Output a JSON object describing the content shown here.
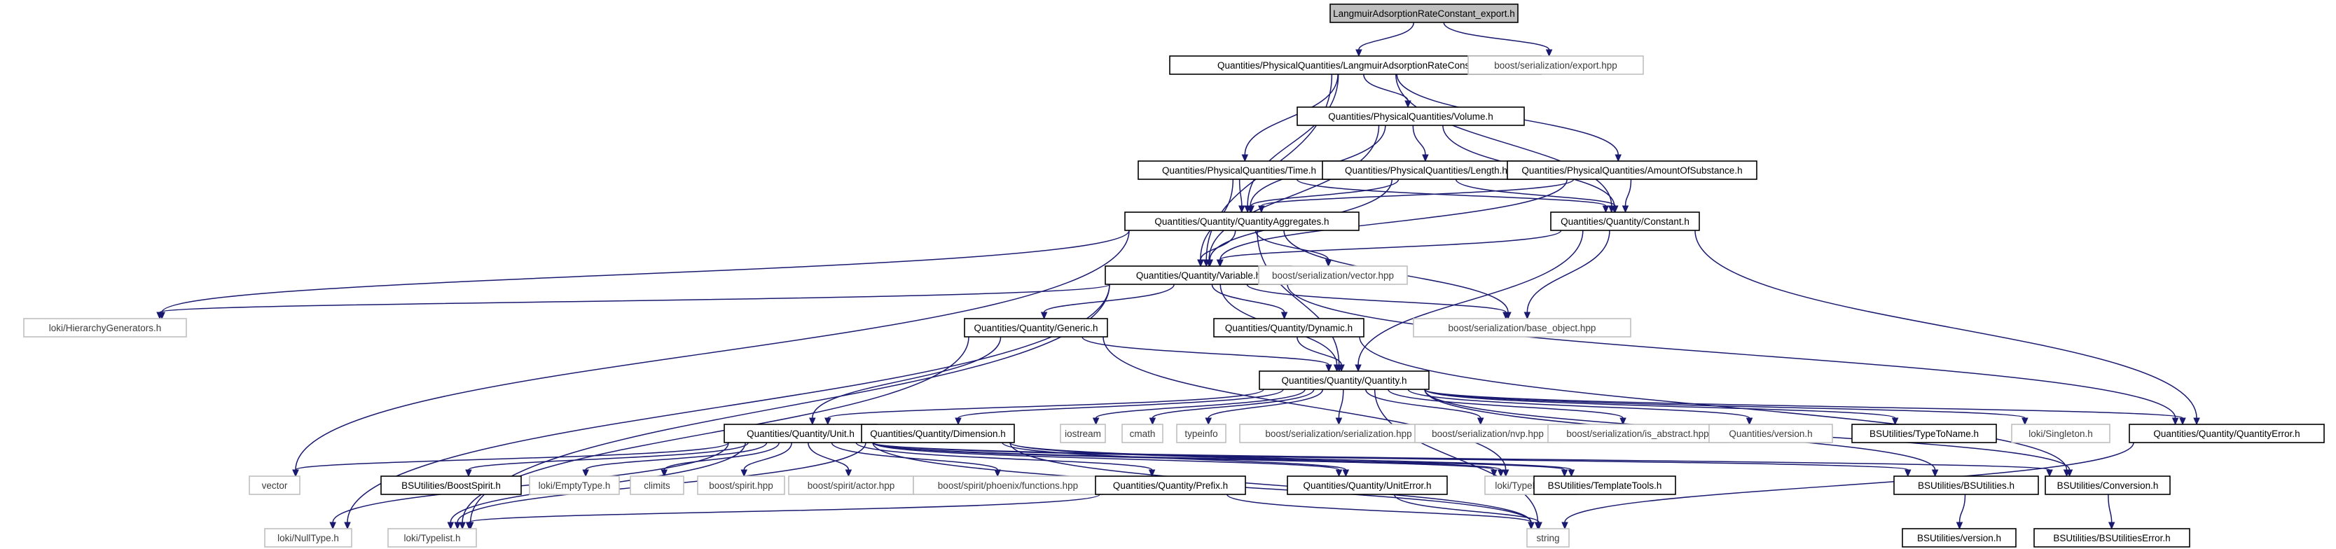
{
  "graph": {
    "title": "LangmuirAdsorptionRateConstant_export.h",
    "edge_color": "#191970",
    "nodes": [
      {
        "id": "n0",
        "label": "LangmuirAdsorptionRateConstant_export.h",
        "kind": "root"
      },
      {
        "id": "n1",
        "label": "Quantities/PhysicalQuantities/LangmuirAdsorptionRateConstant.h",
        "kind": "file"
      },
      {
        "id": "n2",
        "label": "boost/serialization/export.hpp",
        "kind": "external"
      },
      {
        "id": "n3",
        "label": "Quantities/PhysicalQuantities/Volume.h",
        "kind": "file"
      },
      {
        "id": "n4",
        "label": "Quantities/PhysicalQuantities/Time.h",
        "kind": "file"
      },
      {
        "id": "n5",
        "label": "Quantities/PhysicalQuantities/Length.h",
        "kind": "file"
      },
      {
        "id": "n6",
        "label": "Quantities/PhysicalQuantities/AmountOfSubstance.h",
        "kind": "file"
      },
      {
        "id": "n7",
        "label": "Quantities/Quantity/QuantityAggregates.h",
        "kind": "file"
      },
      {
        "id": "n8",
        "label": "Quantities/Quantity/Constant.h",
        "kind": "file"
      },
      {
        "id": "n9",
        "label": "Quantities/Quantity/Variable.h",
        "kind": "file"
      },
      {
        "id": "n10",
        "label": "boost/serialization/vector.hpp",
        "kind": "external"
      },
      {
        "id": "n11",
        "label": "loki/HierarchyGenerators.h",
        "kind": "external"
      },
      {
        "id": "n12",
        "label": "boost/serialization/base_object.hpp",
        "kind": "external"
      },
      {
        "id": "n13",
        "label": "Quantities/Quantity/Generic.h",
        "kind": "file"
      },
      {
        "id": "n14",
        "label": "Quantities/Quantity/Dynamic.h",
        "kind": "file"
      },
      {
        "id": "n15",
        "label": "Quantities/Quantity/Quantity.h",
        "kind": "file"
      },
      {
        "id": "n16",
        "label": "Quantities/Quantity/Unit.h",
        "kind": "file"
      },
      {
        "id": "n17",
        "label": "Quantities/Quantity/Dimension.h",
        "kind": "file"
      },
      {
        "id": "n18",
        "label": "iostream",
        "kind": "external"
      },
      {
        "id": "n19",
        "label": "cmath",
        "kind": "external"
      },
      {
        "id": "n20",
        "label": "typeinfo",
        "kind": "external"
      },
      {
        "id": "n21",
        "label": "boost/serialization/serialization.hpp",
        "kind": "external"
      },
      {
        "id": "n22",
        "label": "boost/serialization/nvp.hpp",
        "kind": "external"
      },
      {
        "id": "n23",
        "label": "boost/serialization/is_abstract.hpp",
        "kind": "external"
      },
      {
        "id": "n24",
        "label": "Quantities/version.h",
        "kind": "external"
      },
      {
        "id": "n25",
        "label": "BSUtilities/TypeToName.h",
        "kind": "file"
      },
      {
        "id": "n26",
        "label": "loki/Singleton.h",
        "kind": "external"
      },
      {
        "id": "n27",
        "label": "Quantities/Quantity/QuantityError.h",
        "kind": "file"
      },
      {
        "id": "n28",
        "label": "vector",
        "kind": "external"
      },
      {
        "id": "n29",
        "label": "BSUtilities/BoostSpirit.h",
        "kind": "file"
      },
      {
        "id": "n30",
        "label": "loki/EmptyType.h",
        "kind": "external"
      },
      {
        "id": "n31",
        "label": "climits",
        "kind": "external"
      },
      {
        "id": "n32",
        "label": "boost/spirit.hpp",
        "kind": "external"
      },
      {
        "id": "n33",
        "label": "boost/spirit/actor.hpp",
        "kind": "external"
      },
      {
        "id": "n34",
        "label": "boost/spirit/phoenix/functions.hpp",
        "kind": "external"
      },
      {
        "id": "n35",
        "label": "Quantities/Quantity/Prefix.h",
        "kind": "file"
      },
      {
        "id": "n36",
        "label": "Quantities/Quantity/UnitError.h",
        "kind": "file"
      },
      {
        "id": "n37",
        "label": "loki/TypeManip.h",
        "kind": "external"
      },
      {
        "id": "n38",
        "label": "BSUtilities/TemplateTools.h",
        "kind": "file"
      },
      {
        "id": "n39",
        "label": "BSUtilities/BSUtilities.h",
        "kind": "file"
      },
      {
        "id": "n40",
        "label": "BSUtilities/Conversion.h",
        "kind": "file"
      },
      {
        "id": "n41",
        "label": "loki/NullType.h",
        "kind": "external"
      },
      {
        "id": "n42",
        "label": "loki/Typelist.h",
        "kind": "external"
      },
      {
        "id": "n43",
        "label": "string",
        "kind": "external"
      },
      {
        "id": "n44",
        "label": "BSUtilities/version.h",
        "kind": "file"
      },
      {
        "id": "n45",
        "label": "BSUtilities/BSUtilitiesError.h",
        "kind": "file"
      }
    ],
    "edges": [
      [
        "n0",
        "n1"
      ],
      [
        "n0",
        "n2"
      ],
      [
        "n1",
        "n3"
      ],
      [
        "n1",
        "n4"
      ],
      [
        "n1",
        "n6"
      ],
      [
        "n1",
        "n7"
      ],
      [
        "n1",
        "n8"
      ],
      [
        "n1",
        "n9"
      ],
      [
        "n3",
        "n5"
      ],
      [
        "n3",
        "n7"
      ],
      [
        "n3",
        "n8"
      ],
      [
        "n3",
        "n9"
      ],
      [
        "n4",
        "n7"
      ],
      [
        "n4",
        "n8"
      ],
      [
        "n4",
        "n9"
      ],
      [
        "n5",
        "n7"
      ],
      [
        "n5",
        "n8"
      ],
      [
        "n5",
        "n9"
      ],
      [
        "n6",
        "n7"
      ],
      [
        "n6",
        "n8"
      ],
      [
        "n6",
        "n9"
      ],
      [
        "n7",
        "n9"
      ],
      [
        "n7",
        "n10"
      ],
      [
        "n7",
        "n11"
      ],
      [
        "n7",
        "n12"
      ],
      [
        "n7",
        "n15"
      ],
      [
        "n7",
        "n28"
      ],
      [
        "n8",
        "n9"
      ],
      [
        "n8",
        "n12"
      ],
      [
        "n8",
        "n15"
      ],
      [
        "n8",
        "n27"
      ],
      [
        "n9",
        "n11"
      ],
      [
        "n9",
        "n12"
      ],
      [
        "n9",
        "n13"
      ],
      [
        "n9",
        "n14"
      ],
      [
        "n9",
        "n15"
      ],
      [
        "n9",
        "n27"
      ],
      [
        "n9",
        "n41"
      ],
      [
        "n9",
        "n42"
      ],
      [
        "n13",
        "n15"
      ],
      [
        "n13",
        "n16"
      ],
      [
        "n13",
        "n42"
      ],
      [
        "n13",
        "n37"
      ],
      [
        "n14",
        "n15"
      ],
      [
        "n14",
        "n40"
      ],
      [
        "n15",
        "n16"
      ],
      [
        "n15",
        "n17"
      ],
      [
        "n15",
        "n18"
      ],
      [
        "n15",
        "n19"
      ],
      [
        "n15",
        "n20"
      ],
      [
        "n15",
        "n21"
      ],
      [
        "n15",
        "n22"
      ],
      [
        "n15",
        "n23"
      ],
      [
        "n15",
        "n24"
      ],
      [
        "n15",
        "n25"
      ],
      [
        "n15",
        "n26"
      ],
      [
        "n15",
        "n27"
      ],
      [
        "n15",
        "n39"
      ],
      [
        "n15",
        "n40"
      ],
      [
        "n15",
        "n43"
      ],
      [
        "n16",
        "n28"
      ],
      [
        "n16",
        "n29"
      ],
      [
        "n16",
        "n30"
      ],
      [
        "n16",
        "n31"
      ],
      [
        "n16",
        "n32"
      ],
      [
        "n16",
        "n33"
      ],
      [
        "n16",
        "n34"
      ],
      [
        "n16",
        "n35"
      ],
      [
        "n16",
        "n36"
      ],
      [
        "n16",
        "n37"
      ],
      [
        "n16",
        "n38"
      ],
      [
        "n16",
        "n39"
      ],
      [
        "n16",
        "n40"
      ],
      [
        "n16",
        "n41"
      ],
      [
        "n16",
        "n42"
      ],
      [
        "n16",
        "n43"
      ],
      [
        "n17",
        "n36"
      ],
      [
        "n17",
        "n37"
      ],
      [
        "n17",
        "n38"
      ],
      [
        "n17",
        "n42"
      ],
      [
        "n17",
        "n43"
      ],
      [
        "n27",
        "n43"
      ],
      [
        "n35",
        "n42"
      ],
      [
        "n35",
        "n43"
      ],
      [
        "n36",
        "n43"
      ],
      [
        "n39",
        "n44"
      ],
      [
        "n40",
        "n45"
      ]
    ]
  }
}
